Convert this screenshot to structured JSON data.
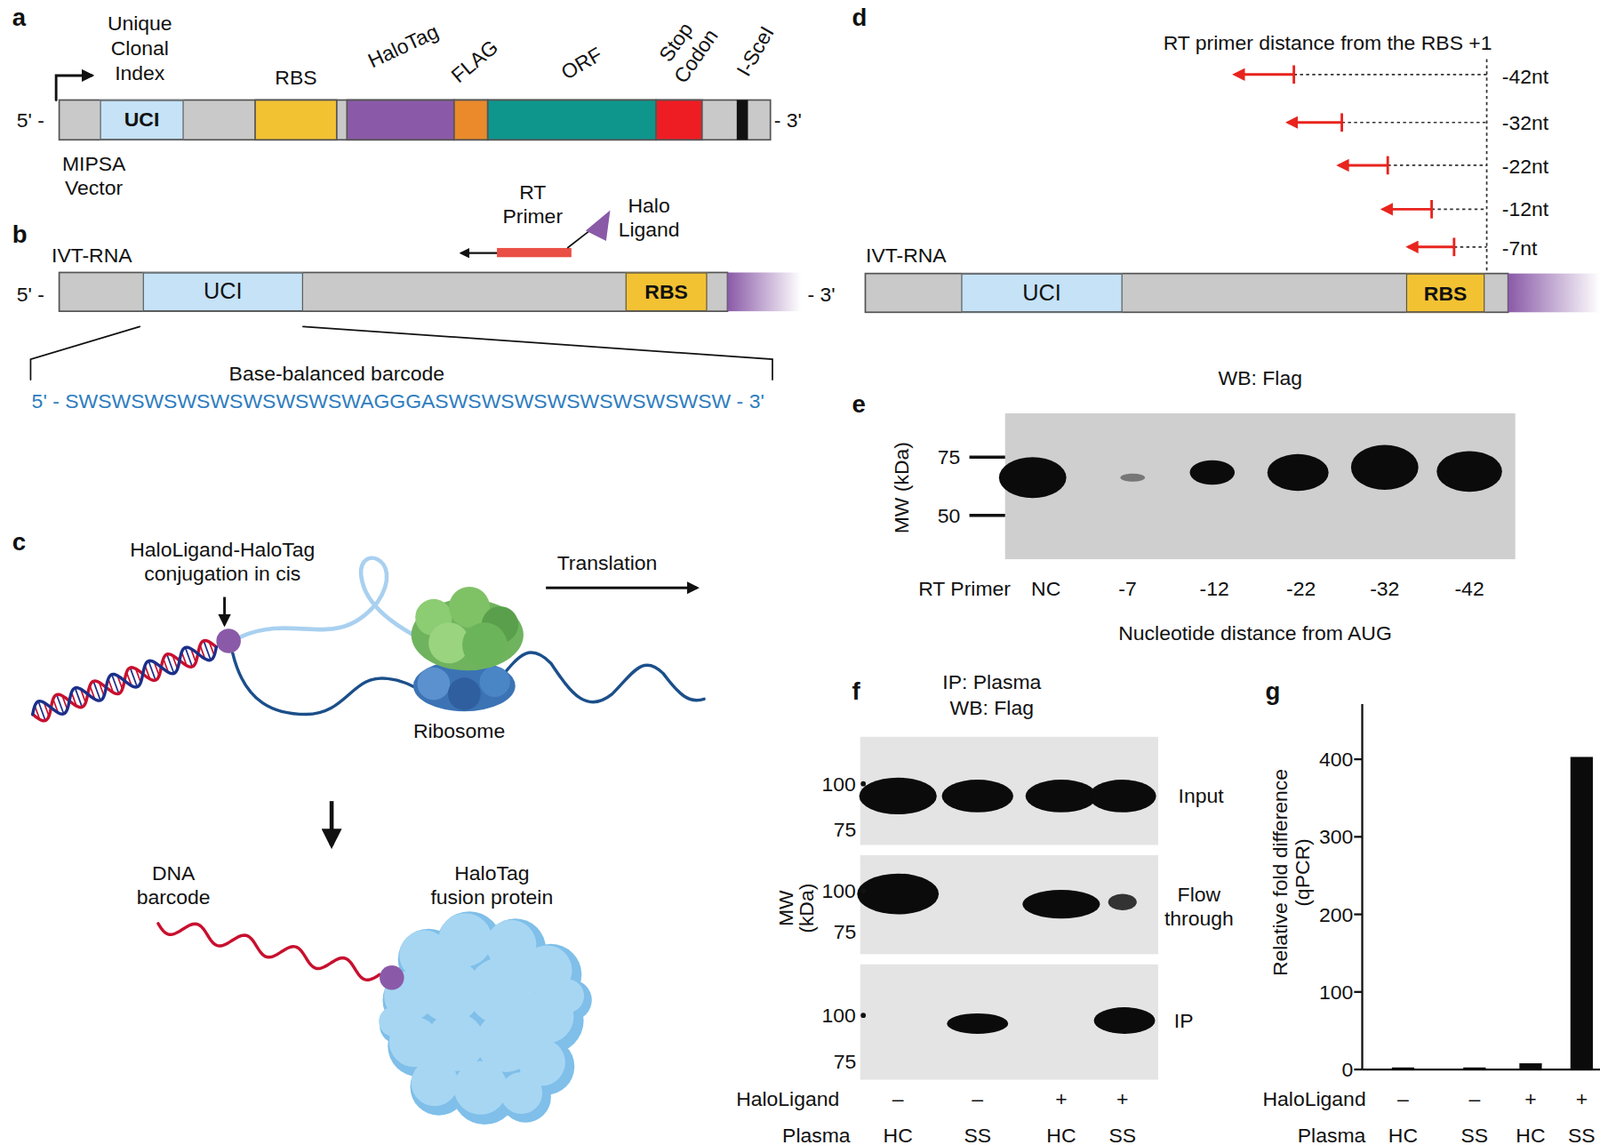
{
  "diagram": {
    "nodes": [
      {
        "text": [
          "UCI"
        ]
      },
      {
        "text": [
          "UCI"
        ]
      },
      {
        "text": [
          "RBS"
        ]
      },
      {
        "text": [
          "UCI"
        ]
      },
      {
        "text": [
          "RBS"
        ]
      }
    ],
    "labels": [
      "a",
      "Unique Clonal Index",
      "5' -",
      "- 3'",
      "MIPSA Vector",
      "RBS",
      "HaloTag",
      "FLAG",
      "ORF",
      "Stop Codon",
      "I-SceI",
      "b",
      "IVT-RNA",
      "5' -",
      "- 3'",
      "RT Primer",
      "Halo Ligand",
      "Base-balanced barcode",
      "5' - SWSWSWSWSWSWSWSWSWAGGGASWSWSWSWSWSWSWSWSW - 3'",
      "c",
      "HaloLigand-HaloTag conjugation in cis",
      "Translation",
      "Ribosome",
      "DNA barcode",
      "HaloTag fusion protein",
      "d",
      "RT primer distance from the RBS +1",
      "-42nt",
      "-32nt",
      "-22nt",
      "-12nt",
      "-7nt",
      "IVT-RNA",
      "e",
      "WB: Flag",
      "MW (kDa)",
      "75",
      "50",
      "RT Primer",
      "NC",
      "-7",
      "-12",
      "-22",
      "-32",
      "-42",
      "Nucleotide distance from AUG",
      "f",
      "IP: Plasma",
      "WB: Flag",
      "100",
      "75",
      "MW (kDa)",
      "100",
      "75",
      "100",
      "75",
      "Input",
      "Flow through",
      "IP",
      "HaloLigand",
      "–",
      "–",
      "+",
      "+",
      "Plasma",
      "HC",
      "SS",
      "HC",
      "SS",
      "g",
      "Relative fold difference (qPCR)",
      "0",
      "100",
      "200",
      "300",
      "400",
      "HaloLigand",
      "–",
      "–",
      "+",
      "+",
      "Plasma",
      "HC",
      "SS",
      "HC",
      "SS"
    ]
  }
}
